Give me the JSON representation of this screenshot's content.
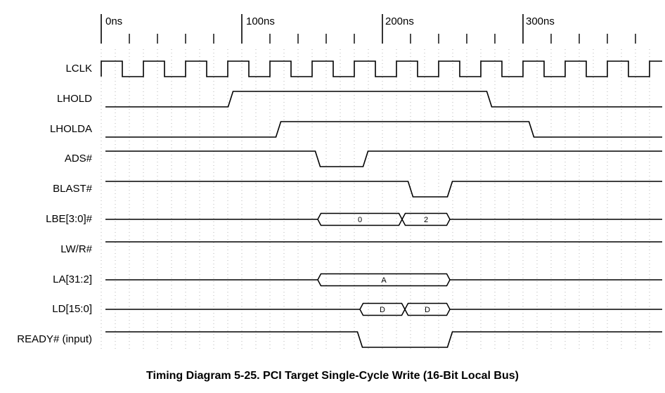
{
  "caption": "Timing Diagram 5-25.  PCI Target Single-Cycle Write (16-Bit Local Bus)",
  "time_ticks": [
    "0ns",
    "100ns",
    "200ns",
    "300ns"
  ],
  "signals": [
    {
      "name": "LCLK",
      "kind": "clock"
    },
    {
      "name": "LHOLD",
      "kind": "level",
      "initial": 0,
      "transitions": [
        92,
        276
      ]
    },
    {
      "name": "LHOLDA",
      "kind": "level",
      "initial": 0,
      "transitions": [
        126,
        306
      ]
    },
    {
      "name": "ADS#",
      "kind": "level",
      "initial": 1,
      "transitions": [
        154,
        188
      ]
    },
    {
      "name": "BLAST#",
      "kind": "level",
      "initial": 1,
      "transitions": [
        220,
        248
      ]
    },
    {
      "name": "LBE[3:0]#",
      "kind": "bus",
      "segments": [
        {
          "from": 154,
          "to": 214,
          "value": "0"
        },
        {
          "from": 214,
          "to": 248,
          "value": "2"
        }
      ]
    },
    {
      "name": "LW/R#",
      "kind": "level",
      "initial": 1,
      "transitions": []
    },
    {
      "name": "LA[31:2]",
      "kind": "bus",
      "segments": [
        {
          "from": 154,
          "to": 248,
          "value": "A"
        }
      ]
    },
    {
      "name": "LD[15:0]",
      "kind": "bus",
      "segments": [
        {
          "from": 184,
          "to": 216,
          "value": "D"
        },
        {
          "from": 216,
          "to": 248,
          "value": "D"
        }
      ]
    },
    {
      "name": "READY# (input)",
      "kind": "level",
      "initial": 1,
      "transitions": [
        184,
        248
      ]
    }
  ]
}
